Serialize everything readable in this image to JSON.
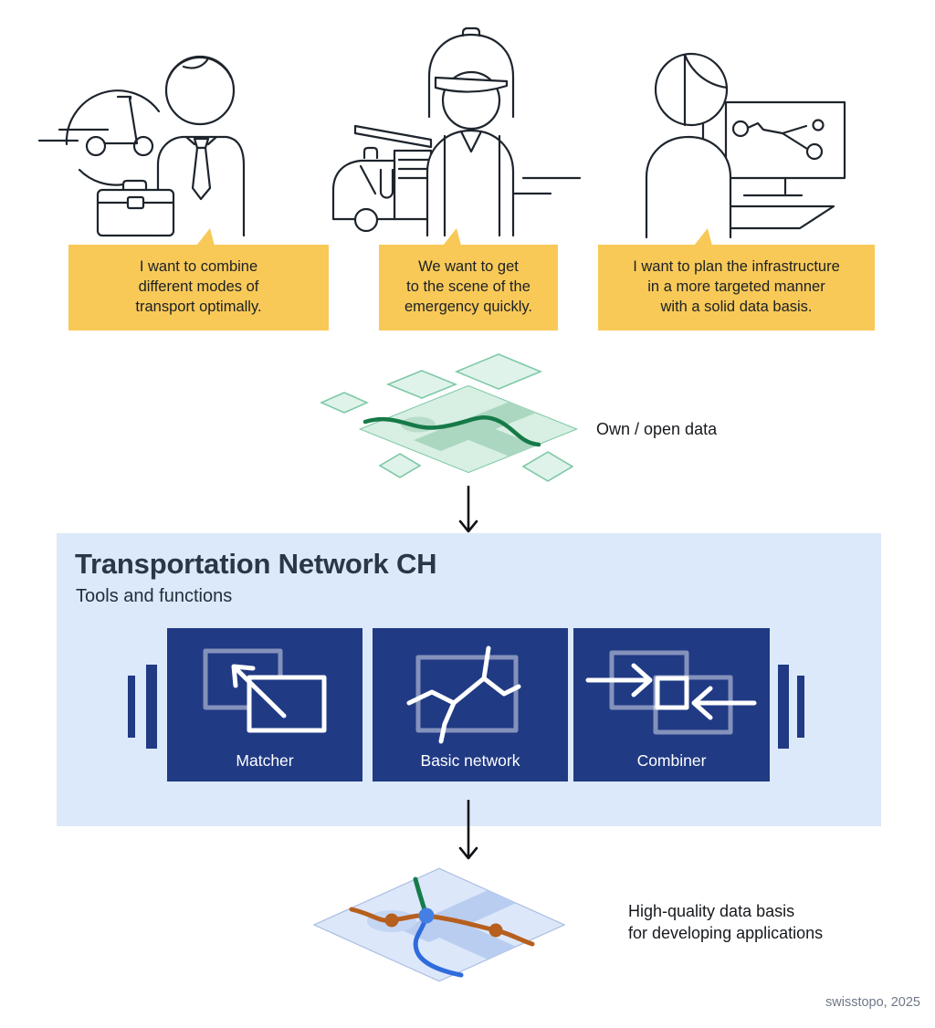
{
  "personas": [
    {
      "id": "commuter",
      "illustration": "person-with-kick-scooter-and-briefcase",
      "bubble": "I want to combine\ndifferent modes of\ntransport optimally."
    },
    {
      "id": "firefighter",
      "illustration": "firefighter-with-fire-truck",
      "bubble": "We want to get\nto the scene of the\nemergency quickly."
    },
    {
      "id": "planner",
      "illustration": "planner-with-network-monitor",
      "bubble": "I want to plan the infrastructure\nin a more targeted manner\nwith a solid data basis."
    }
  ],
  "input_layer": {
    "label": "Own / open data",
    "illustration": "stacked-green-map-tiles"
  },
  "platform": {
    "title": "Transportation Network CH",
    "subtitle": "Tools and functions",
    "tools": [
      {
        "label": "Matcher",
        "icon": "overlapping-rectangles-match-arrow"
      },
      {
        "label": "Basic network",
        "icon": "branching-network-lines"
      },
      {
        "label": "Combiner",
        "icon": "merging-arrows-into-square"
      }
    ]
  },
  "output_layer": {
    "label": "High-quality data basis\nfor developing applications",
    "illustration": "blue-map-tile-with-routes"
  },
  "credit": "swisstopo, 2025",
  "colors": {
    "bubble_yellow": "#F8C957",
    "panel_light_blue": "#DCE9FA",
    "tile_navy": "#203A84",
    "heading_navy": "#2A3747",
    "map_green_fill": "#D8EFE3",
    "map_green_border": "#7FC9A6",
    "map_green_cross": "#ABD7C0",
    "road_dark_green": "#157A47",
    "map_blue_fill": "#DCE7FA",
    "map_blue_cross": "#B9CDF1",
    "road_orange": "#B75F1E",
    "road_blue": "#2E6BDC",
    "road_green": "#177C4B",
    "node_blue": "#4480E4",
    "credit_gray": "#6E7787"
  }
}
